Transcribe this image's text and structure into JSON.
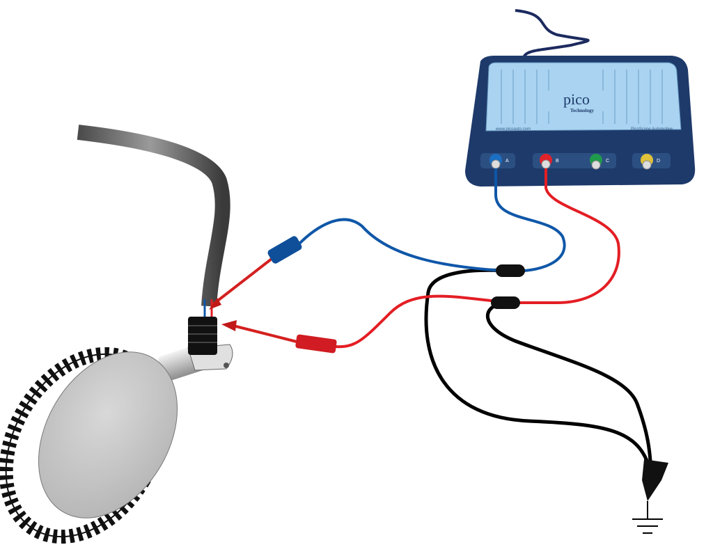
{
  "device": {
    "brand": "pico",
    "brand_sub": "Technology",
    "website": "www.picoauto.com",
    "model": "PicoScope Automotive",
    "channels": [
      {
        "label": "A",
        "color": "#1b6fc2"
      },
      {
        "label": "B",
        "color": "#e0222a"
      },
      {
        "label": "C",
        "color": "#1f9a4a"
      },
      {
        "label": "D",
        "color": "#e0c23a"
      }
    ]
  },
  "colors": {
    "device_body": "#1e3a6b",
    "device_panel": "#a9d3f0",
    "usb_cable": "#1c2a5e",
    "lead_blue": "#0f57a8",
    "lead_red": "#e31e24",
    "lead_black": "#000000",
    "sensor_cable": "#6b6b6b"
  }
}
